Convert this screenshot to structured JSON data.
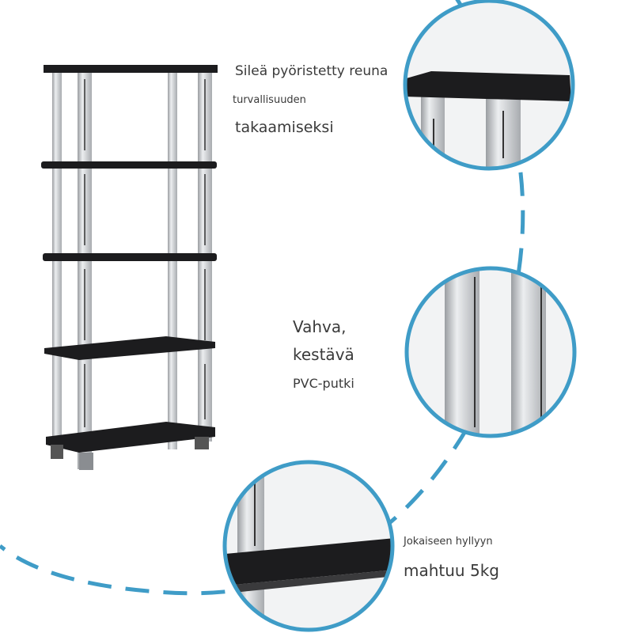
{
  "colors": {
    "accent": "#3f9cc7",
    "shelf": "#1c1c1e",
    "post": "#c9cbce"
  },
  "callouts": {
    "edge": {
      "line1": "Sileä pyöristetty reuna",
      "line2": "turvallisuuden",
      "line3": "takaamiseksi"
    },
    "tube": {
      "line1": "Vahva,",
      "line2": "kestävä",
      "line3": "PVC-putki"
    },
    "load": {
      "line1": "Jokaiseen hyllyyn",
      "line2": "mahtuu 5kg"
    }
  },
  "icons": [
    "bookshelf-product-image",
    "edge-detail-circle",
    "tube-detail-circle",
    "shelf-detail-circle"
  ]
}
